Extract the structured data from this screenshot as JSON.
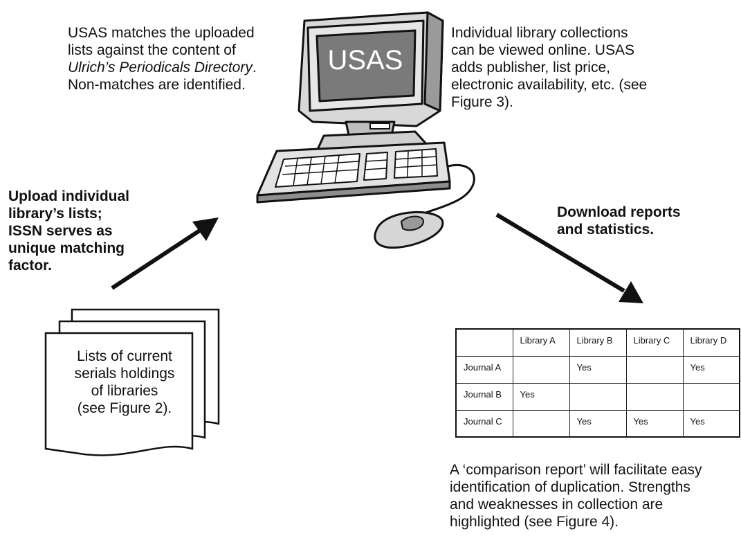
{
  "monitor_label": "USAS",
  "top_left": {
    "lines": [
      {
        "text": "USAS matches the uploaded",
        "italic": false
      },
      {
        "text": "lists against the content of",
        "italic": false
      },
      {
        "text": "Ulrich’s Periodicals Directory",
        "italic": true,
        "suffix": "."
      },
      {
        "text": "Non-matches are identified.",
        "italic": false
      }
    ]
  },
  "top_right": {
    "lines": [
      "Individual library collections",
      "can be viewed online. USAS",
      "adds publisher, list price,",
      "electronic availability, etc. (see",
      "Figure 3)."
    ]
  },
  "upload": {
    "lines": [
      "Upload individual",
      "library’s lists;",
      "ISSN serves as",
      "unique matching",
      "factor."
    ]
  },
  "download": {
    "lines": [
      "Download reports",
      "and statistics."
    ]
  },
  "documents": {
    "lines": [
      "Lists of current",
      "serials holdings",
      "of libraries",
      "(see Figure 2)."
    ]
  },
  "table": {
    "headers": [
      "",
      "Library A",
      "Library B",
      "Library C",
      "Library D"
    ],
    "rows": [
      [
        "Journal A",
        "",
        "Yes",
        "",
        "Yes"
      ],
      [
        "Journal B",
        "Yes",
        "",
        "",
        ""
      ],
      [
        "Journal C",
        "",
        "Yes",
        "Yes",
        "Yes"
      ]
    ]
  },
  "bottom": {
    "lines": [
      "A ‘comparison report’ will facilitate easy",
      "identification of duplication. Strengths",
      "and weaknesses in collection are",
      "highlighted (see Figure 4)."
    ]
  }
}
